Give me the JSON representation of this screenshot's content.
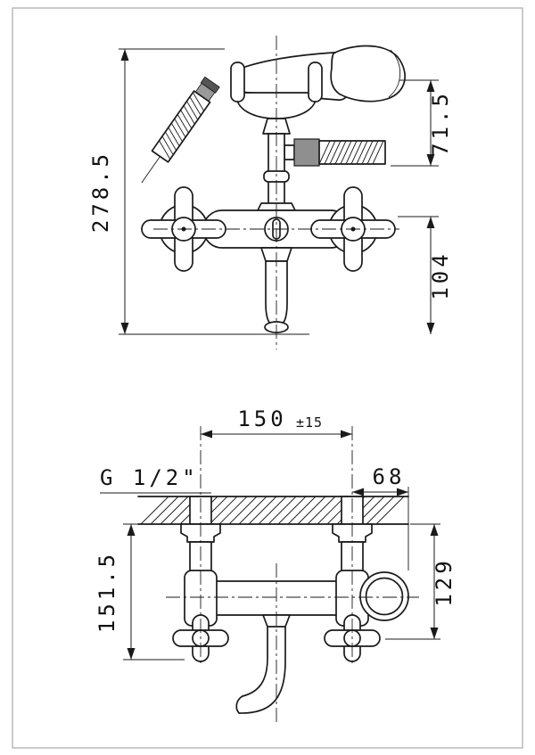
{
  "drawing": {
    "top_view": {
      "total_height": "278.5",
      "upper_right": "71.5",
      "lower_right": "104"
    },
    "bottom_view": {
      "center_distance": "150",
      "tolerance": "±15",
      "thread": "G 1/2\"",
      "offset_right": "68",
      "left_height": "151.5",
      "right_height": "129"
    }
  }
}
